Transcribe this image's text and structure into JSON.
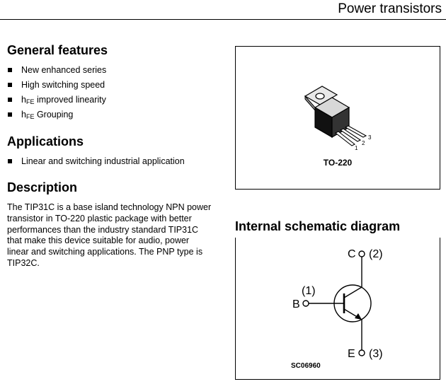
{
  "header": {
    "title": "Power transistors"
  },
  "features": {
    "heading": "General features",
    "items": [
      {
        "text": "New enhanced series"
      },
      {
        "text": "High switching speed"
      },
      {
        "prefix": "h",
        "sub": "FE",
        "text": " improved linearity"
      },
      {
        "prefix": "h",
        "sub": "FE",
        "text": " Grouping"
      }
    ]
  },
  "applications": {
    "heading": "Applications",
    "items": [
      {
        "text": "Linear and switching industrial application"
      }
    ]
  },
  "description": {
    "heading": "Description",
    "text": "The TIP31C is a base island technology NPN power transistor in TO-220 plastic package with better performances than the industry standard TIP31C that make this device suitable for audio, power linear and switching applications. The PNP type is TIP32C."
  },
  "package": {
    "label": "TO-220",
    "pins": [
      "1",
      "2",
      "3"
    ]
  },
  "schematic": {
    "heading": "Internal schematic diagram",
    "collector_label": "C",
    "collector_pin": "(2)",
    "base_label": "B",
    "base_pin": "(1)",
    "emitter_label": "E",
    "emitter_pin": "(3)",
    "code": "SC06960"
  }
}
